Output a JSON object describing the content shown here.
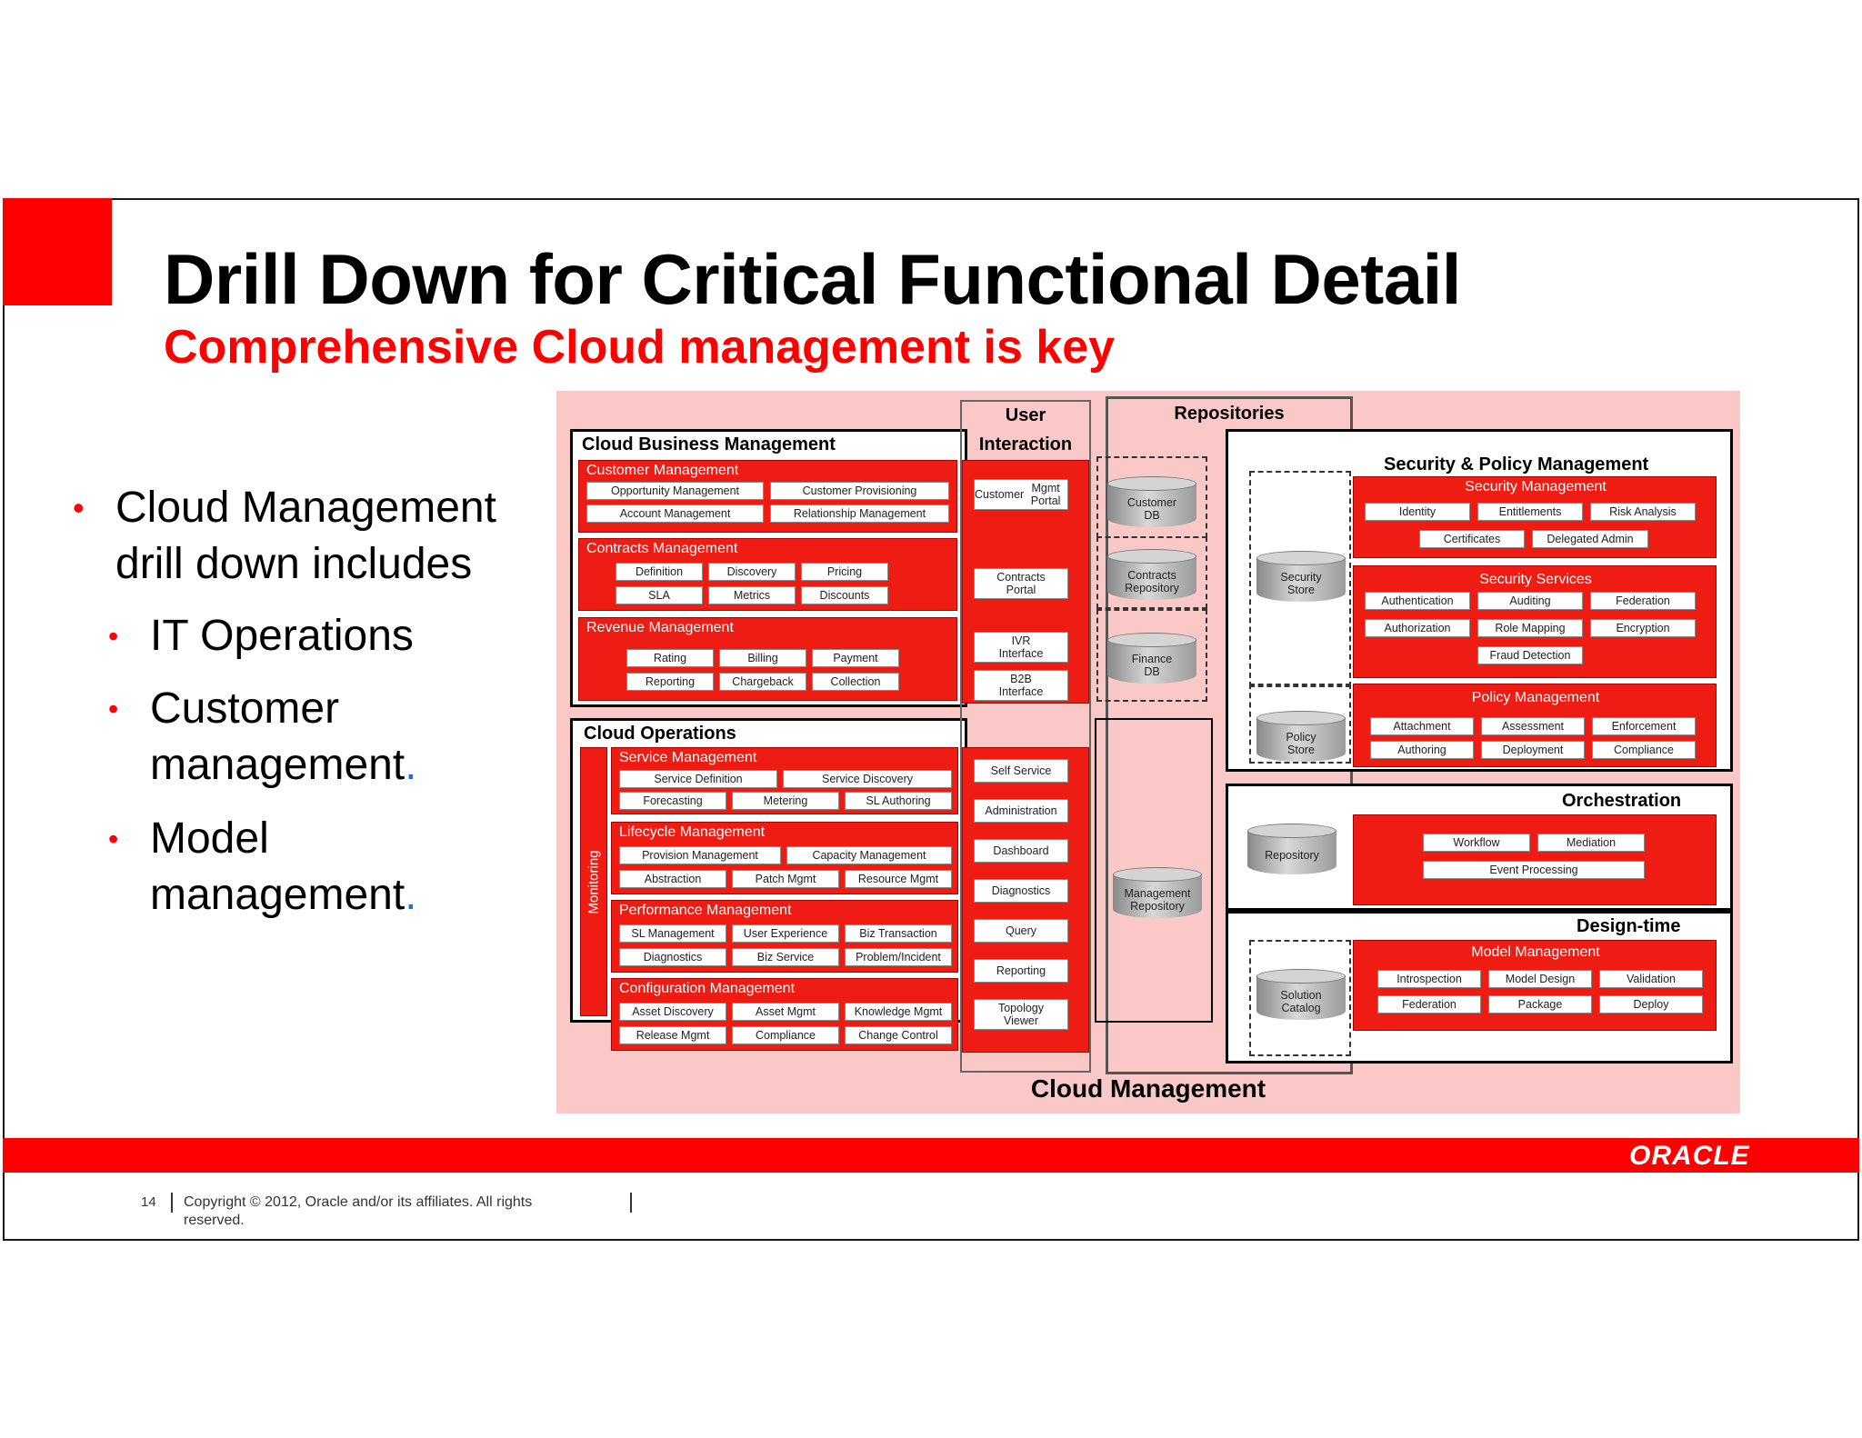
{
  "title": "Drill Down for Critical Functional Detail",
  "subtitle": "Comprehensive Cloud management is key",
  "bullets": {
    "b1_line1": "Cloud Management",
    "b1_line2": "drill down includes",
    "b2": "IT Operations",
    "b3_line1": "Customer",
    "b3_line2": "management",
    "b4_line1": "Model",
    "b4_line2": "management",
    "period": "."
  },
  "footer": {
    "slide_number": "14",
    "copyright": "Copyright © 2012, Oracle and/or its affiliates. All rights reserved.",
    "logo": "ORACLE"
  },
  "diagram": {
    "bottom_label": "Cloud Management",
    "user_interaction_line1": "User",
    "user_interaction_line2": "Interaction",
    "repositories": "Repositories",
    "cloud_business": {
      "title": "Cloud Business Management",
      "customer": {
        "title": "Customer Management",
        "items": [
          "Opportunity Management",
          "Customer Provisioning",
          "Account Management",
          "Relationship Management"
        ]
      },
      "contracts": {
        "title": "Contracts Management",
        "items": [
          "Definition",
          "Discovery",
          "Pricing",
          "SLA",
          "Metrics",
          "Discounts"
        ]
      },
      "revenue": {
        "title": "Revenue Management",
        "items": [
          "Rating",
          "Billing",
          "Payment",
          "Reporting",
          "Chargeback",
          "Collection"
        ]
      }
    },
    "cloud_operations": {
      "title": "Cloud Operations",
      "monitoring": "Monitoring",
      "service": {
        "title": "Service Management",
        "items": [
          "Service Definition",
          "Service Discovery",
          "Forecasting",
          "Metering",
          "SL Authoring"
        ]
      },
      "lifecycle": {
        "title": "Lifecycle Management",
        "items": [
          "Provision Management",
          "Capacity Management",
          "Abstraction",
          "Patch Mgmt",
          "Resource Mgmt"
        ]
      },
      "performance": {
        "title": "Performance Management",
        "items": [
          "SL Management",
          "User Experience",
          "Biz Transaction",
          "Diagnostics",
          "Biz Service",
          "Problem/Incident"
        ]
      },
      "configuration": {
        "title": "Configuration Management",
        "items": [
          "Asset Discovery",
          "Asset Mgmt",
          "Knowledge Mgmt",
          "Release Mgmt",
          "Compliance",
          "Change Control"
        ]
      }
    },
    "ui_business": [
      [
        "Customer",
        "Mgmt Portal"
      ],
      [
        "Contracts",
        "Portal"
      ],
      [
        "IVR",
        "Interface"
      ],
      [
        "B2B",
        "Interface"
      ]
    ],
    "ui_operations": [
      "Self Service",
      "Administration",
      "Dashboard",
      "Diagnostics",
      "Query",
      "Reporting",
      [
        "Topology",
        "Viewer"
      ]
    ],
    "repos_left": [
      [
        "Customer",
        "DB"
      ],
      [
        "Contracts",
        "Repository"
      ],
      [
        "Finance",
        "DB"
      ],
      [
        "Management",
        "Repository"
      ]
    ],
    "repos_right": [
      [
        "Security",
        "Store"
      ],
      [
        "Policy",
        "Store"
      ],
      [
        "Repository"
      ],
      [
        "Solution",
        "Catalog"
      ]
    ],
    "security": {
      "title": "Security & Policy Management",
      "sec_mgmt": {
        "title": "Security Management",
        "items": [
          "Identity",
          "Entitlements",
          "Risk Analysis",
          "Certificates",
          "Delegated Admin"
        ]
      },
      "sec_services": {
        "title": "Security Services",
        "items": [
          "Authentication",
          "Auditing",
          "Federation",
          "Authorization",
          "Role Mapping",
          "Encryption",
          "Fraud Detection"
        ]
      },
      "policy": {
        "title": "Policy Management",
        "items": [
          "Attachment",
          "Assessment",
          "Enforcement",
          "Authoring",
          "Deployment",
          "Compliance"
        ]
      }
    },
    "orchestration": {
      "title": "Orchestration",
      "items": [
        "Workflow",
        "Mediation",
        "Event Processing"
      ]
    },
    "design_time": {
      "title": "Design-time",
      "model": {
        "title": "Model Management",
        "items": [
          "Introspection",
          "Model Design",
          "Validation",
          "Federation",
          "Package",
          "Deploy"
        ]
      }
    }
  },
  "colors": {
    "accent_red": "#ff0000",
    "diagram_bg": "#fbc8c8",
    "group_red": "#ee1c12",
    "bullet_period_blue": "#1f74c7"
  }
}
